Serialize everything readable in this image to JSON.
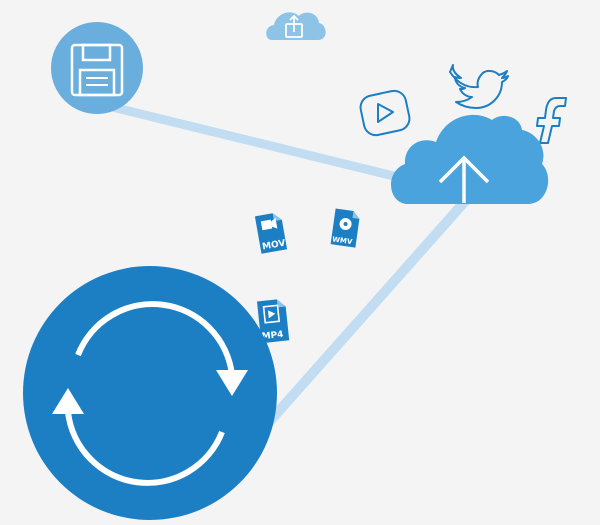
{
  "colors": {
    "background": "#f4f4f5",
    "primary": "#1c7fc4",
    "cloud": "#4aa3dc",
    "cloud_dark": "#2f8fd0",
    "light": "#8ec3e8",
    "connector": "#c2ddf1",
    "outline": "#1c7fc4",
    "white": "#ffffff"
  },
  "icons": {
    "save": "floppy-disk-icon",
    "small_cloud": "cloud-share-icon",
    "main_cloud": "cloud-upload-icon",
    "sync": "sync-refresh-icon",
    "youtube": "youtube-play-icon",
    "twitter": "twitter-bird-icon",
    "facebook": "facebook-f-icon"
  },
  "files": {
    "mov": "MOV",
    "wmv": "WMV",
    "mp4": "MP4"
  }
}
